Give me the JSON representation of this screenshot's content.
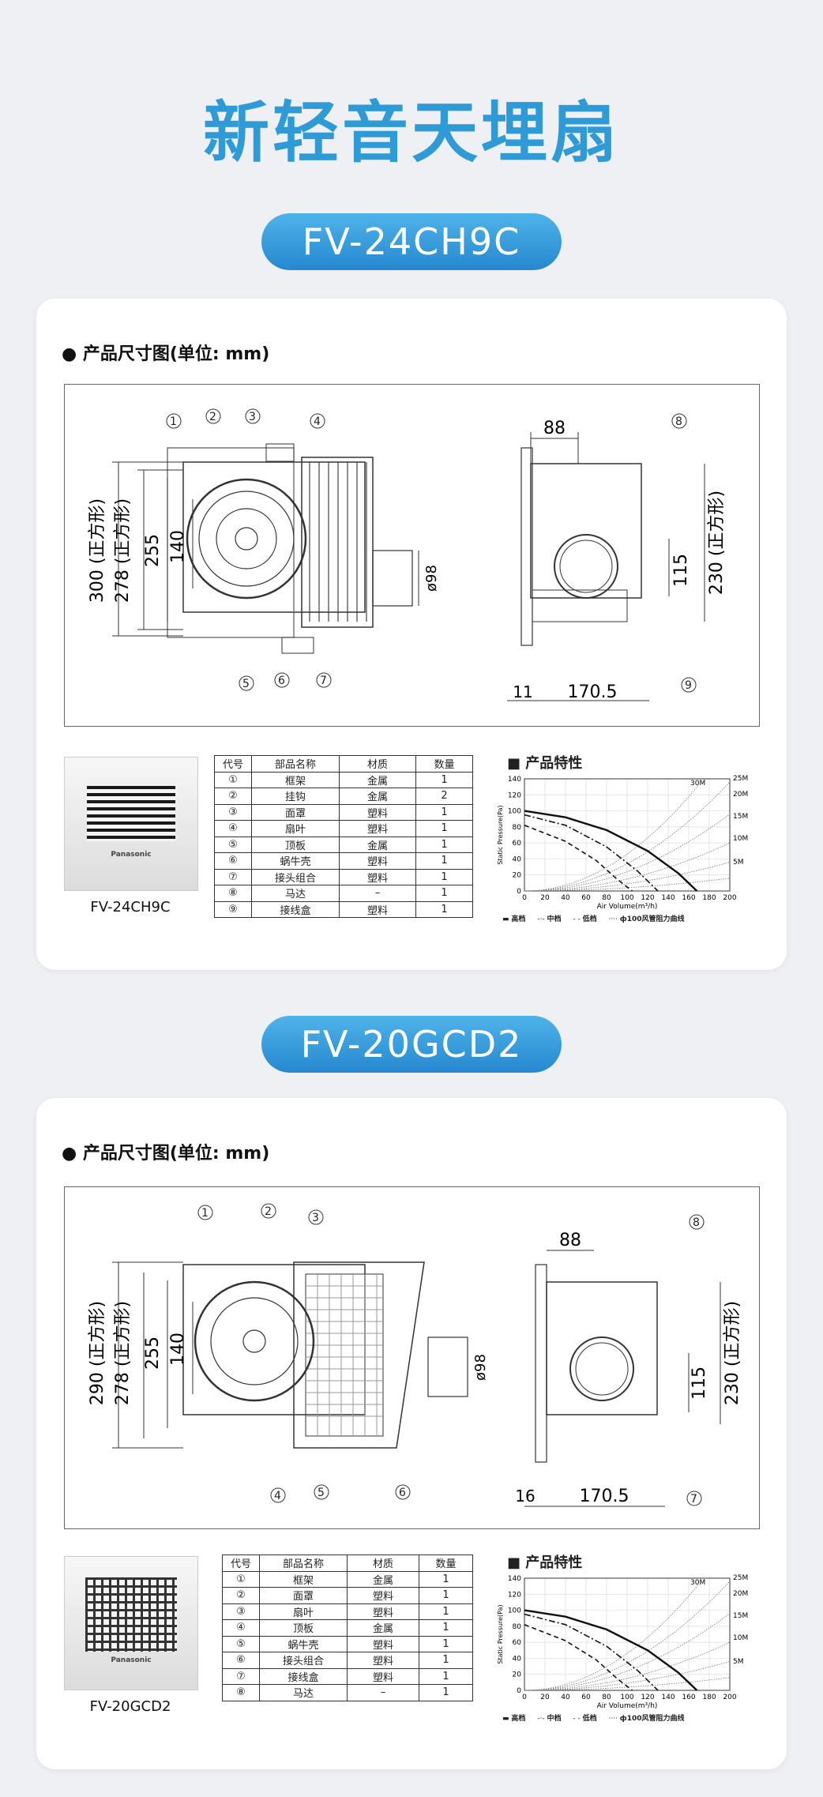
{
  "page_title": "新轻音天埋扇",
  "products": [
    {
      "model": "FV-24CH9C",
      "section_title": "● 产品尺寸图(单位: mm)",
      "dims": {
        "outer": "300 (正方形)",
        "inner": "278 (正方形)",
        "d255": "255",
        "d140": "140",
        "duct": "ø98",
        "depth88": "88",
        "height230": "230 (正方形)",
        "d115": "115",
        "d11": "11",
        "d1705": "170.5"
      },
      "photo_label": "FV-24CH9C",
      "photo_brand": "Panasonic",
      "table": {
        "headers": [
          "代号",
          "部品名称",
          "材质",
          "数量"
        ],
        "rows": [
          [
            "①",
            "框架",
            "金属",
            "1"
          ],
          [
            "②",
            "挂钩",
            "金属",
            "2"
          ],
          [
            "③",
            "面罩",
            "塑料",
            "1"
          ],
          [
            "④",
            "扇叶",
            "塑料",
            "1"
          ],
          [
            "⑤",
            "顶板",
            "金属",
            "1"
          ],
          [
            "⑥",
            "蜗牛壳",
            "塑料",
            "1"
          ],
          [
            "⑦",
            "接头组合",
            "塑料",
            "1"
          ],
          [
            "⑧",
            "马达",
            "–",
            "1"
          ],
          [
            "⑨",
            "接线盒",
            "塑料",
            "1"
          ]
        ]
      },
      "chart_title": "■ 产品特性"
    },
    {
      "model": "FV-20GCD2",
      "section_title": "● 产品尺寸图(单位: mm)",
      "dims": {
        "outer": "290 (正方形)",
        "inner": "278 (正方形)",
        "d255": "255",
        "d140": "140",
        "duct": "ø98",
        "depth88": "88",
        "height230": "230 (正方形)",
        "d115": "115",
        "d11": "16",
        "d1705": "170.5"
      },
      "photo_label": "FV-20GCD2",
      "photo_brand": "Panasonic",
      "table": {
        "headers": [
          "代号",
          "部品名称",
          "材质",
          "数量"
        ],
        "rows": [
          [
            "①",
            "框架",
            "金属",
            "1"
          ],
          [
            "②",
            "面罩",
            "塑料",
            "1"
          ],
          [
            "③",
            "扇叶",
            "塑料",
            "1"
          ],
          [
            "④",
            "顶板",
            "金属",
            "1"
          ],
          [
            "⑤",
            "蜗牛壳",
            "塑料",
            "1"
          ],
          [
            "⑥",
            "接头组合",
            "塑料",
            "1"
          ],
          [
            "⑦",
            "接线盒",
            "塑料",
            "1"
          ],
          [
            "⑧",
            "马达",
            "–",
            "1"
          ]
        ]
      },
      "chart_title": "■ 产品特性"
    }
  ],
  "chart_data": [
    {
      "type": "line",
      "xlabel": "Air Volume(m³/h)",
      "ylabel": "Static Pressure(Pa)",
      "xlim": [
        0,
        200
      ],
      "ylim": [
        0,
        140
      ],
      "x_ticks": [
        0,
        20,
        40,
        60,
        80,
        100,
        120,
        140,
        160,
        180,
        200
      ],
      "y_ticks": [
        0,
        20,
        40,
        60,
        80,
        100,
        120,
        140
      ],
      "right_labels": [
        "25M",
        "20M",
        "15M",
        "10M",
        "5M",
        "30M"
      ],
      "legend": [
        "高档",
        "中档",
        "低档",
        "ф100风管阻力曲线"
      ],
      "series": [
        {
          "name": "高档",
          "x": [
            0,
            40,
            80,
            120,
            150,
            168
          ],
          "y": [
            100,
            92,
            76,
            50,
            22,
            0
          ]
        },
        {
          "name": "中档",
          "x": [
            0,
            40,
            80,
            110,
            130
          ],
          "y": [
            95,
            82,
            55,
            25,
            0
          ]
        },
        {
          "name": "低档",
          "x": [
            0,
            40,
            70,
            90,
            105
          ],
          "y": [
            82,
            62,
            38,
            15,
            0
          ]
        }
      ]
    },
    {
      "type": "line",
      "xlabel": "Air Volume(m³/h)",
      "ylabel": "Static Pressure(Pa)",
      "xlim": [
        0,
        200
      ],
      "ylim": [
        0,
        140
      ],
      "x_ticks": [
        0,
        20,
        40,
        60,
        80,
        100,
        120,
        140,
        160,
        180,
        200
      ],
      "y_ticks": [
        0,
        20,
        40,
        60,
        80,
        100,
        120,
        140
      ],
      "right_labels": [
        "25M",
        "20M",
        "15M",
        "10M",
        "5M",
        "30M"
      ],
      "legend": [
        "高档",
        "中档",
        "低档",
        "ф100风管阻力曲线"
      ],
      "series": [
        {
          "name": "高档",
          "x": [
            0,
            40,
            80,
            120,
            150,
            168
          ],
          "y": [
            100,
            92,
            76,
            50,
            22,
            0
          ]
        },
        {
          "name": "中档",
          "x": [
            0,
            40,
            80,
            110,
            130
          ],
          "y": [
            95,
            82,
            55,
            25,
            0
          ]
        },
        {
          "name": "低档",
          "x": [
            0,
            40,
            70,
            90,
            105
          ],
          "y": [
            82,
            62,
            38,
            15,
            0
          ]
        }
      ]
    }
  ]
}
